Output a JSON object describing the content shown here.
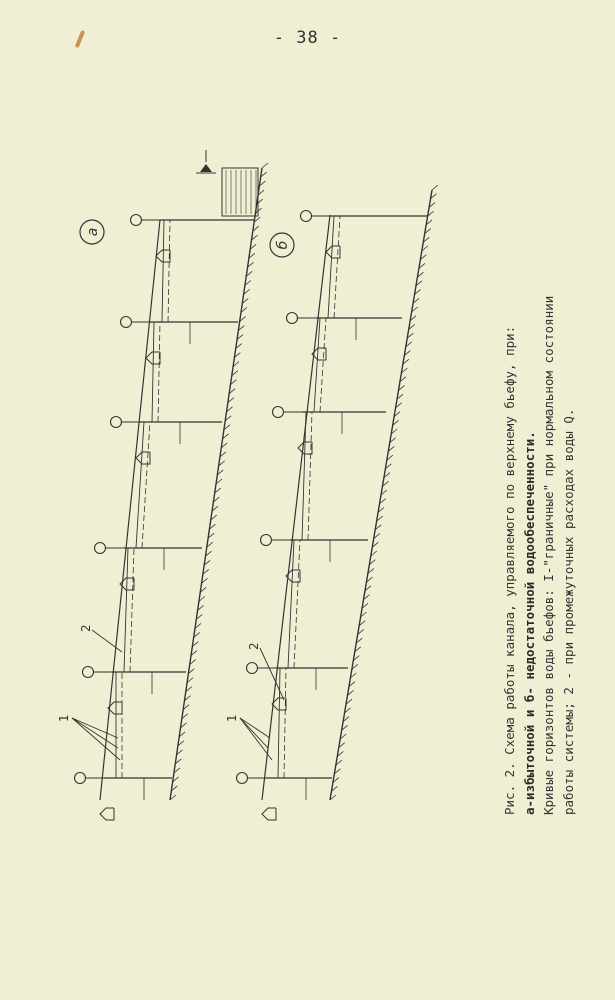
{
  "page": {
    "number": "- 38 -"
  },
  "figure": {
    "panel_a": {
      "label": "а",
      "callout_1": "1",
      "callout_2": "2"
    },
    "panel_b": {
      "label": "б",
      "callout_1": "1",
      "callout_2": "2"
    }
  },
  "caption": {
    "line1": "Рис. 2. Схема работы канала, управляемого по верхнему бьефу, при:",
    "line2": "а-избыточной и б- недостаточной водообеспеченности.",
    "line3": "Кривые горизонтов воды бьефов: I-\"граничные\" при нормальном состоянии",
    "line4": "работы системы; 2 - при промежуточных расходах воды Q."
  }
}
